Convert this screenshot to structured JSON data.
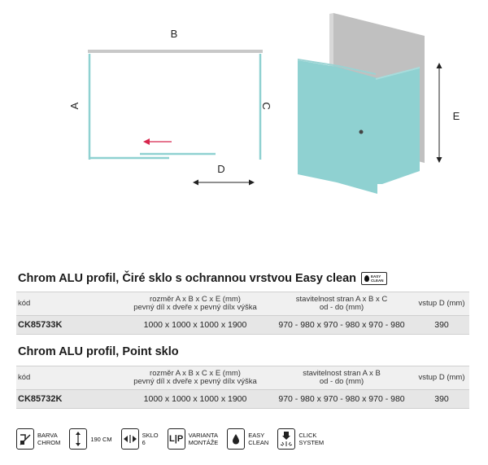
{
  "diagram": {
    "labels": {
      "a": "A",
      "b": "B",
      "c": "C",
      "d": "D",
      "e": "E"
    },
    "colors": {
      "glass": "#8fd1d1",
      "frame": "#c8c8c8",
      "wall": "#bdbdbd",
      "arrow": "#d7264d",
      "line": "#222222"
    }
  },
  "sections": [
    {
      "title": "Chrom ALU profil, Čiré sklo s ochrannou vrstvou Easy clean",
      "badge": {
        "line1": "EASY",
        "line2": "CLEAN"
      },
      "headers": {
        "code": "kód",
        "dims_line1": "rozměr A x B x C x E (mm)",
        "dims_line2": "pevný díl x dveře x pevný dílx výška",
        "adjust_line1": "stavitelnost stran A x B x C",
        "adjust_line2": "od - do (mm)",
        "step": "vstup D (mm)"
      },
      "rows": [
        {
          "code": "CK85733K",
          "dims": "1000 x 1000 x 1000 x 1900",
          "adjust": "970 - 980 x 970 - 980 x 970 - 980",
          "step": "390"
        }
      ]
    },
    {
      "title": "Chrom ALU profil, Point sklo",
      "headers": {
        "code": "kód",
        "dims_line1": "rozměr A x B x C x E (mm)",
        "dims_line2": "pevný díl x dveře x pevný dílx výška",
        "adjust_line1": "stavitelnost stran A x B",
        "adjust_line2": "od - do (mm)",
        "step": "vstup D (mm)"
      },
      "rows": [
        {
          "code": "CK85732K",
          "dims": "1000 x 1000 x 1000 x 1900",
          "adjust": "970 - 980 x 970 - 980 x 970 - 980",
          "step": "390"
        }
      ]
    }
  ],
  "legend": [
    {
      "icon": "color-swatch-icon",
      "line1": "BARVA",
      "line2": "CHROM"
    },
    {
      "icon": "height-icon",
      "line1": "190 CM",
      "line2": ""
    },
    {
      "icon": "glass-thickness-icon",
      "line1": "SKLO",
      "line2": "6"
    },
    {
      "icon": "mount-variant-icon",
      "line1": "VARIANTA",
      "line2": "MONTÁŽE",
      "glyph": "L|P"
    },
    {
      "icon": "easy-clean-drop-icon",
      "line1": "EASY",
      "line2": "CLEAN"
    },
    {
      "icon": "click-system-icon",
      "line1": "CLICK",
      "line2": "SYSTEM"
    }
  ]
}
